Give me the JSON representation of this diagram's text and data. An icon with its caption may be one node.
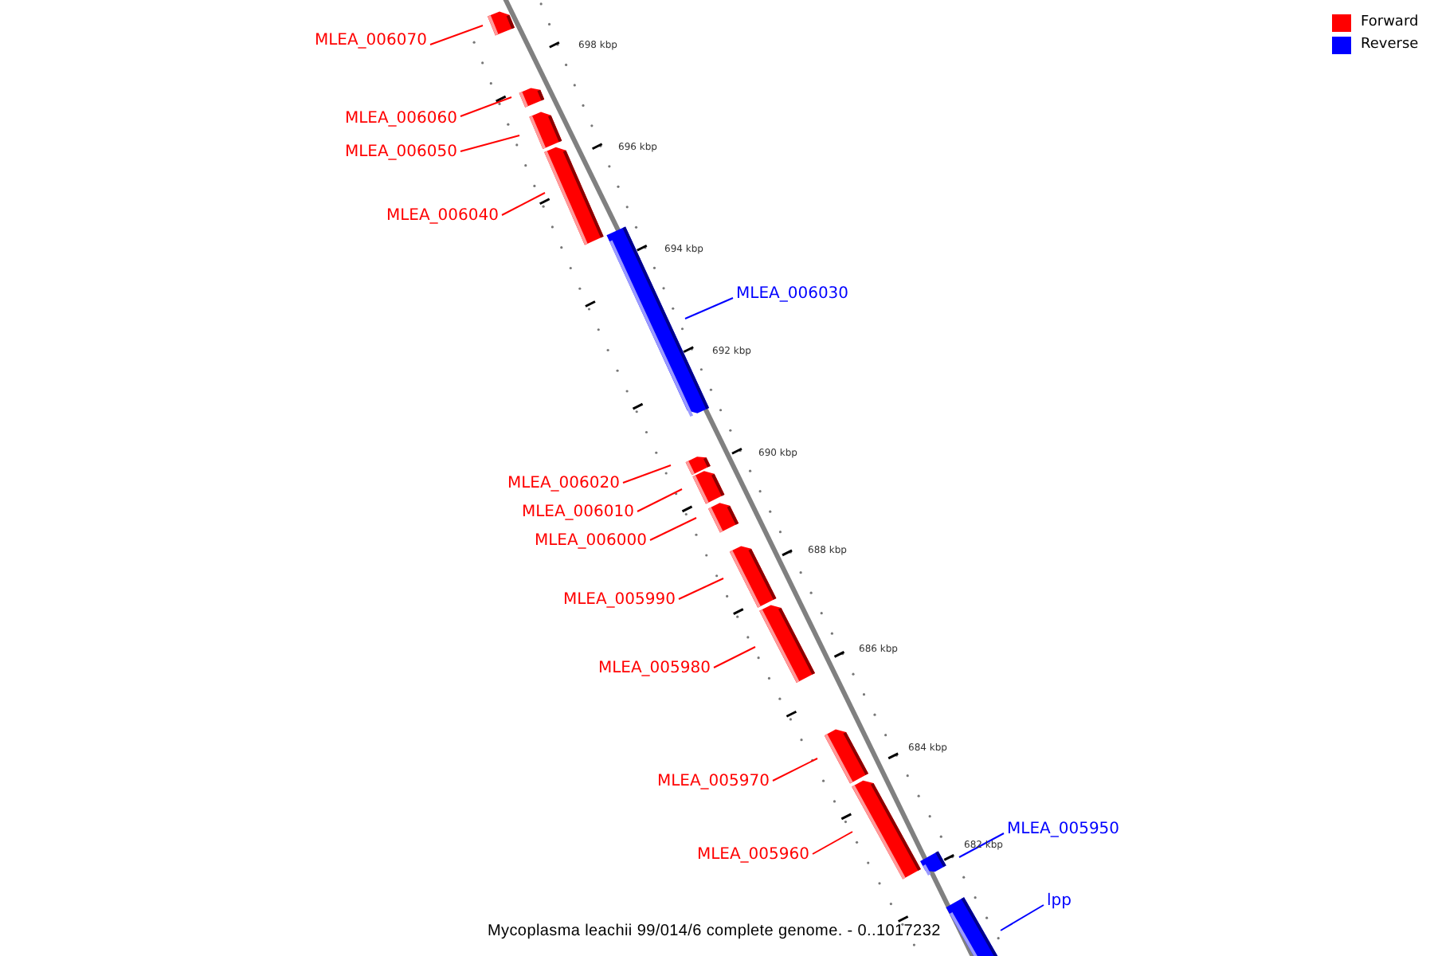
{
  "diagram": {
    "caption": "Mycoplasma leachii 99/014/6 complete genome. - 0..1017232",
    "nodes": [
      {
        "text": [
          "MLEA_006070"
        ]
      },
      {
        "text": [],
        "shape": "bar"
      },
      {
        "text": [
          "MLEA_006060"
        ]
      },
      {
        "text": [],
        "shape": "bar"
      },
      {
        "text": [
          "MLEA_006050"
        ]
      },
      {
        "text": [],
        "shape": "bar"
      },
      {
        "text": [
          "MLEA_006040"
        ]
      },
      {
        "text": [],
        "shape": "bar"
      },
      {
        "text": [
          "MLEA_006030"
        ]
      },
      {
        "text": [],
        "shape": "bar"
      },
      {
        "text": [
          "MLEA_006020"
        ]
      },
      {
        "text": [],
        "shape": "bar"
      },
      {
        "text": [
          "MLEA_006010"
        ]
      },
      {
        "text": [],
        "shape": "bar"
      },
      {
        "text": [
          "MLEA_006000"
        ]
      },
      {
        "text": [],
        "shape": "bar"
      },
      {
        "text": [
          "MLEA_005990"
        ]
      },
      {
        "text": [],
        "shape": "bar"
      },
      {
        "text": [
          "MLEA_005980"
        ]
      },
      {
        "text": [],
        "shape": "bar"
      },
      {
        "text": [
          "MLEA_005970"
        ]
      },
      {
        "text": [],
        "shape": "bar"
      },
      {
        "text": [
          "MLEA_005960"
        ]
      },
      {
        "text": [],
        "shape": "bar"
      },
      {
        "text": [
          "MLEA_005950"
        ]
      },
      {
        "text": [],
        "shape": "bar"
      },
      {
        "text": [
          "lpp"
        ]
      },
      {
        "text": [],
        "shape": "bar"
      }
    ],
    "edges": [
      {
        "from": 0,
        "to": 1,
        "arrow": "none"
      },
      {
        "from": 2,
        "to": 3,
        "arrow": "none"
      },
      {
        "from": 4,
        "to": 5,
        "arrow": "none"
      },
      {
        "from": 6,
        "to": 7,
        "arrow": "none"
      },
      {
        "from": 8,
        "to": 9,
        "arrow": "none",
        "color": "#0000ff"
      },
      {
        "from": 10,
        "to": 11,
        "arrow": "none"
      },
      {
        "from": 12,
        "to": 13,
        "arrow": "none"
      },
      {
        "from": 14,
        "to": 15,
        "arrow": "none"
      },
      {
        "from": 16,
        "to": 17,
        "arrow": "none"
      },
      {
        "from": 18,
        "to": 19,
        "arrow": "none"
      },
      {
        "from": 20,
        "to": 21,
        "arrow": "none"
      },
      {
        "from": 22,
        "to": 23,
        "arrow": "none"
      },
      {
        "from": 24,
        "to": 25,
        "arrow": "none",
        "color": "#0000ff"
      },
      {
        "from": 26,
        "to": 27,
        "arrow": "none",
        "color": "#0000ff"
      }
    ],
    "labels": [
      "698 kbp",
      "696 kbp",
      "694 kbp",
      "692 kbp",
      "690 kbp",
      "688 kbp",
      "686 kbp",
      "684 kbp",
      "682 kbp"
    ],
    "legend": [
      {
        "text": "Forward",
        "color": "#ff0000"
      },
      {
        "text": "Reverse",
        "color": "#0000ff"
      }
    ]
  }
}
